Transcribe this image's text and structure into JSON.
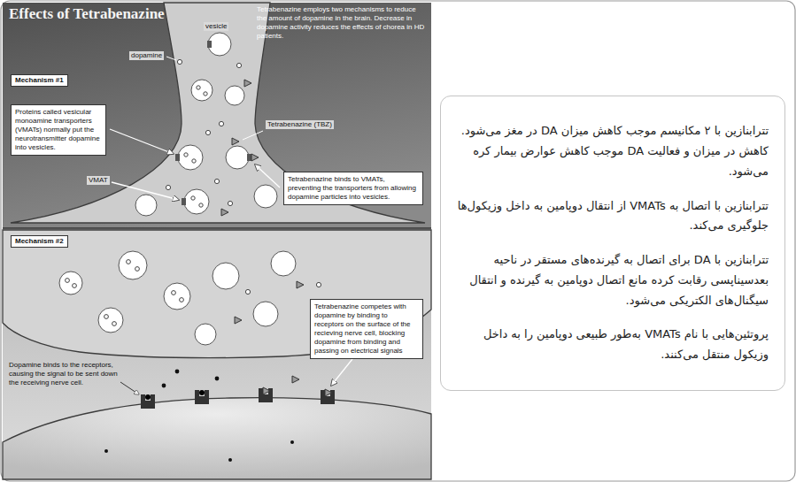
{
  "diagram": {
    "title": "Effects of Tetrabenazine",
    "nodes": [
      {
        "text": [
          "Mechanism #1"
        ]
      },
      {
        "text": [
          "Proteins called vesicular monoamine transporters (VMATs) normally put the neurotransmitter dopamine into vesicles."
        ]
      },
      {
        "text": [
          "Tetrabenazine binds to VMATs, preventing the transporters from allowing dopamine particles into vesicles."
        ]
      },
      {
        "text": [
          "Mechanism #2"
        ]
      },
      {
        "text": [
          "Tetrabenazine competes with dopamine by binding to receptors on the surface of the recieving nerve cell, blocking dopamine from binding and passing on electrical signals"
        ]
      },
      {
        "text": [
          "تترابنازین با ۲ مکانیسم موجب کاهش میزان DA در مغز می‌شود. کاهش در میزان و فعالیت DA موجب کاهش عوارض بیمار کره می‌شود.",
          "تترابنازین با اتصال به VMATs از انتقال دوپامین به داخل وزیکول‌ها جلوگیری می‌کند.",
          "تترابنازین با DA برای اتصال به گیرنده‌های مستقر در ناحیه بعدسیناپسی رقابت کرده مانع اتصال دوپامین به گیرنده و انتقال سیگنال‌های الکتریکی می‌شود.",
          "پروتئین‌هایی با نام VMATs به‌طور طبیعی دوپامین را به داخل وزیکول منتقل می‌کنند."
        ]
      }
    ],
    "labels": [
      "Tetrabenazine employs two mechanisms to reduce the amount of dopamine in the brain. Decrease in dopamine activity reduces the effects of chorea in HD patients.",
      "vesicle",
      "dopamine",
      "Tetrabenazine (TBZ)",
      "VMAT",
      "Dopamine binds to the receptors, causing the signal to be sent down the receiving nerve cell."
    ]
  }
}
